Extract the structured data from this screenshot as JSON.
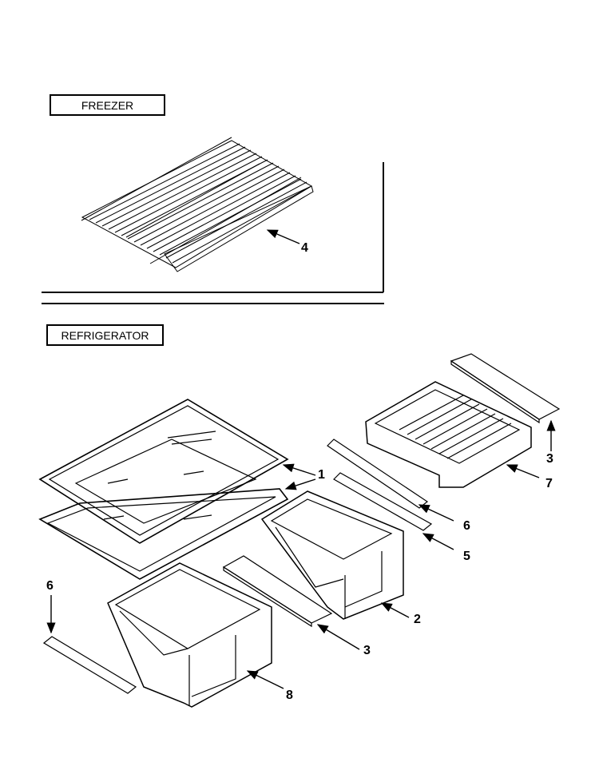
{
  "sections": {
    "freezer": "FREEZER",
    "refrigerator": "REFRIGERATOR"
  },
  "callouts": {
    "freezer_shelf": "4",
    "glass_shelves": "1",
    "upper_crisper": "2",
    "crisper_cover_lower": "3",
    "crisper_cover_upper": "3",
    "rail_upper": "6",
    "rail_middle": "5",
    "pan_right": "7",
    "rail_left": "6",
    "crisper_lower": "8"
  }
}
